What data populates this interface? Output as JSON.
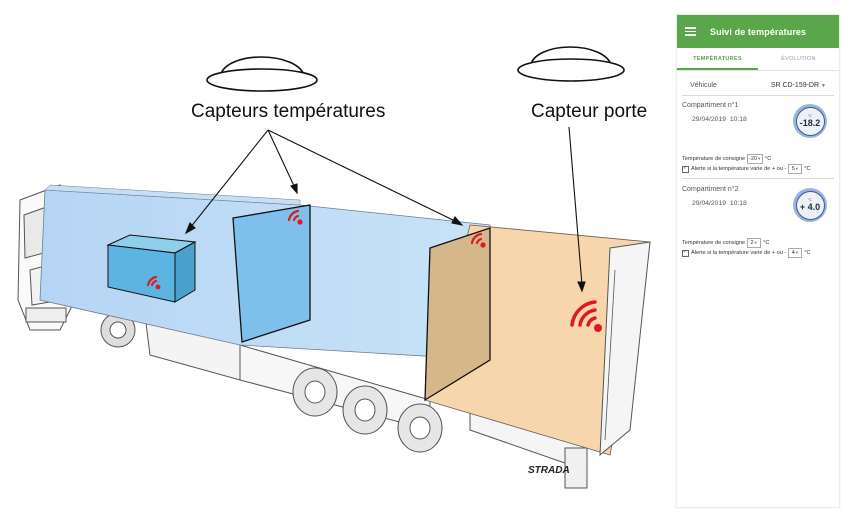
{
  "illustration": {
    "label_sensors": "Capteurs températures",
    "label_door": "Capteur porte",
    "brand": "STRADA"
  },
  "app": {
    "title": "Suivi de températures",
    "tabs": [
      {
        "label": "TEMPÉRATURES",
        "active": true
      },
      {
        "label": "ÉVOLUTION",
        "active": false
      }
    ],
    "vehicle_label": "Véhicule",
    "vehicle_value": "SR CD-159-DR",
    "setpoint_label": "Température de consigne",
    "alert_prefix": "Alerte si la température varie de + ou -",
    "unit": "°C",
    "compartments": [
      {
        "name": "Compartiment n°1",
        "date": "29/04/2019",
        "time": "10:18",
        "temperature": "-18.2",
        "setpoint": "-20",
        "tolerance": "5"
      },
      {
        "name": "Compartiment n°2",
        "date": "29/04/2019",
        "time": "10:18",
        "temperature": "+ 4.0",
        "setpoint": "2",
        "tolerance": "4"
      }
    ],
    "colors": {
      "accent": "#5aa64a",
      "gauge_ring": "#9ab5dd",
      "gauge_border": "#3b5b8e"
    }
  }
}
